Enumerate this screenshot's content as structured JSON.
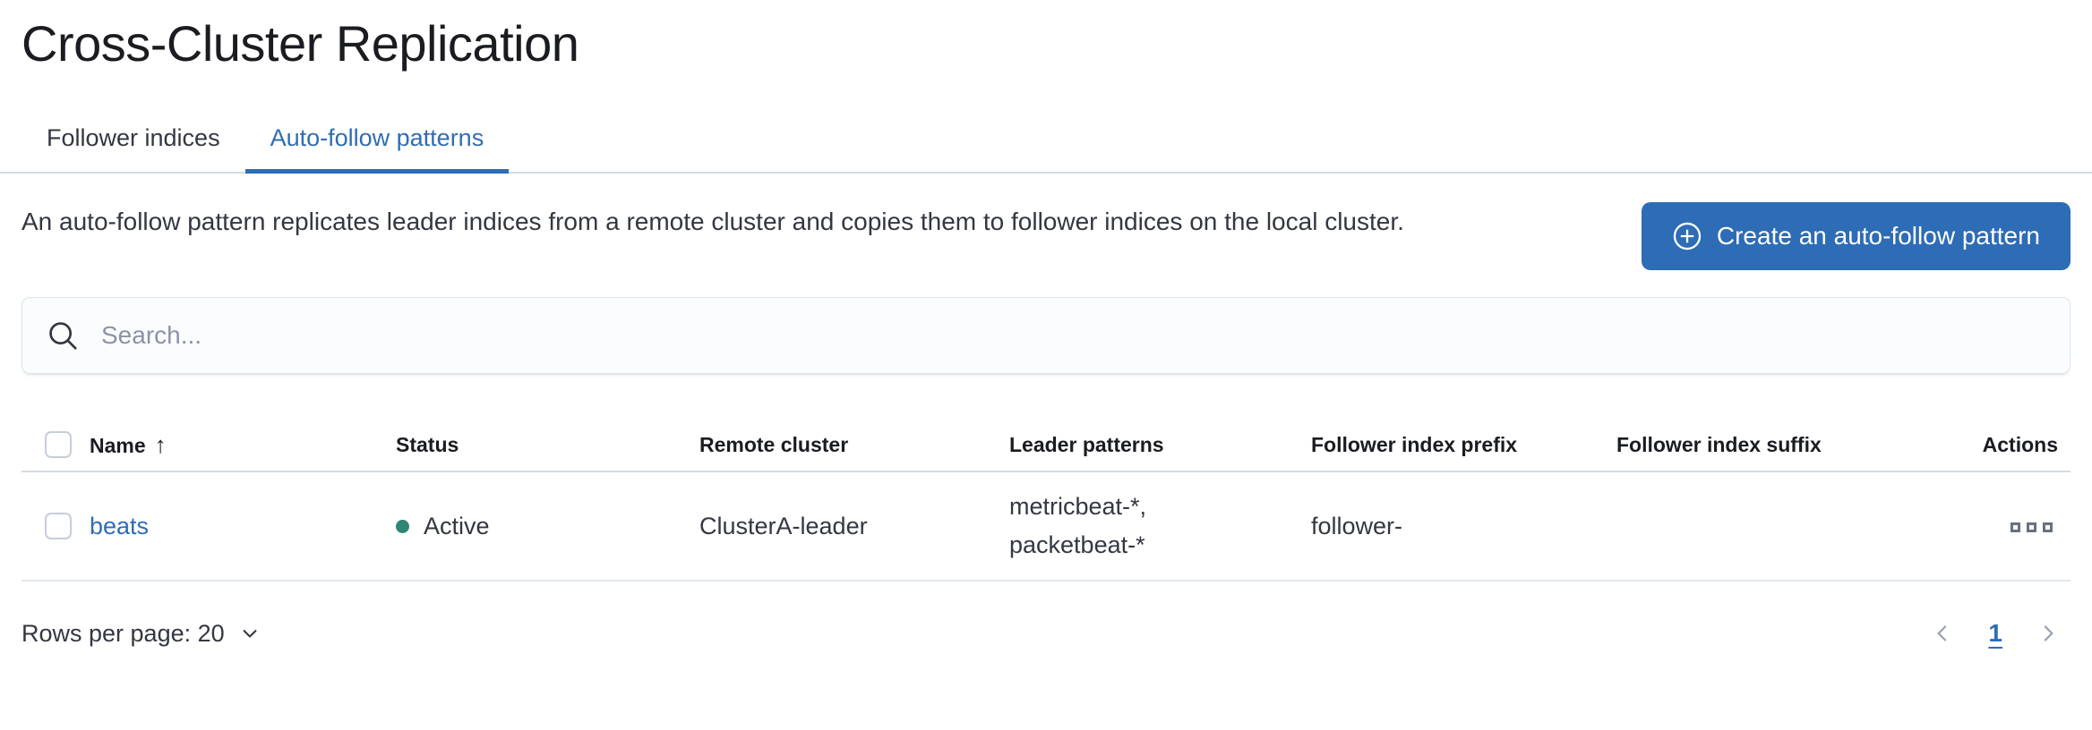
{
  "page": {
    "title": "Cross-Cluster Replication"
  },
  "tabs": [
    {
      "label": "Follower indices",
      "active": false
    },
    {
      "label": "Auto-follow patterns",
      "active": true
    }
  ],
  "description": {
    "text": "An auto-follow pattern replicates leader indices from a remote cluster and copies them to follower indices on the local cluster."
  },
  "create_button": {
    "label": "Create an auto-follow pattern",
    "icon": "plus-in-circle-icon"
  },
  "search": {
    "placeholder": "Search...",
    "value": ""
  },
  "table": {
    "columns": {
      "name": "Name",
      "status": "Status",
      "remote_cluster": "Remote cluster",
      "leader_patterns": "Leader patterns",
      "follower_index_prefix": "Follower index prefix",
      "follower_index_suffix": "Follower index suffix",
      "actions": "Actions"
    },
    "sort": {
      "column": "Name",
      "direction": "ascending"
    },
    "rows": [
      {
        "name": "beats",
        "status": "Active",
        "remote_cluster": "ClusterA-leader",
        "leader_patterns": "metricbeat-*,\npacketbeat-*",
        "follower_index_prefix": "follower-",
        "follower_index_suffix": ""
      }
    ]
  },
  "footer": {
    "rows_per_page": "Rows per page: 20",
    "pagination": {
      "current_page": "1"
    }
  },
  "icons": {
    "sort_ascending": "↑"
  },
  "colors": {
    "primary_button": "#2e6cb5",
    "link": "#2f6cb8",
    "tab_active": "#2f6db4",
    "status_active_dot": "#2f8674",
    "border_light": "#d3dae6"
  }
}
